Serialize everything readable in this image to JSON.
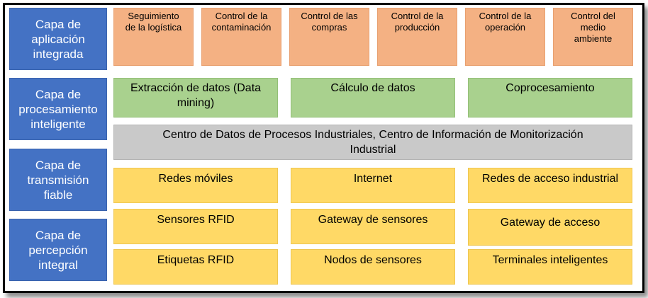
{
  "layers": [
    {
      "label": "Capa de\naplicación\nintegrada"
    },
    {
      "label": "Capa de\nprocesamiento\ninteligente"
    },
    {
      "label": "Capa de\ntransmisión\nfiable"
    },
    {
      "label": "Capa de\npercepción\nintegral"
    }
  ],
  "application": [
    {
      "label": "Seguimiento\nde la logística"
    },
    {
      "label": "Control de la\ncontaminación"
    },
    {
      "label": "Control de las\ncompras"
    },
    {
      "label": "Control de la\nproducción"
    },
    {
      "label": "Control de la\noperación"
    },
    {
      "label": "Control del\nmedio\nambiente"
    }
  ],
  "processing": [
    {
      "label": "Extracción de datos (Data\nmining)"
    },
    {
      "label": "Cálculo de datos"
    },
    {
      "label": "Coprocesamiento"
    }
  ],
  "data_center": {
    "label": "Centro de Datos de Procesos Industriales, Centro de Información de Monitorización\nIndustrial"
  },
  "transmission": [
    {
      "label": "Redes móviles"
    },
    {
      "label": "Internet"
    },
    {
      "label": "Redes de acceso industrial"
    }
  ],
  "perception": [
    {
      "label": "Sensores RFID"
    },
    {
      "label": "Gateway de sensores"
    },
    {
      "label": "Gateway de acceso"
    },
    {
      "label": "Etiquetas RFID"
    },
    {
      "label": "Nodos de sensores"
    },
    {
      "label": "Terminales inteligentes"
    }
  ],
  "colors": {
    "layer": "#4472c4",
    "application": "#f4b183",
    "processing": "#a9d18e",
    "data_center": "#c9c9c9",
    "transmission_perception": "#ffd966"
  }
}
